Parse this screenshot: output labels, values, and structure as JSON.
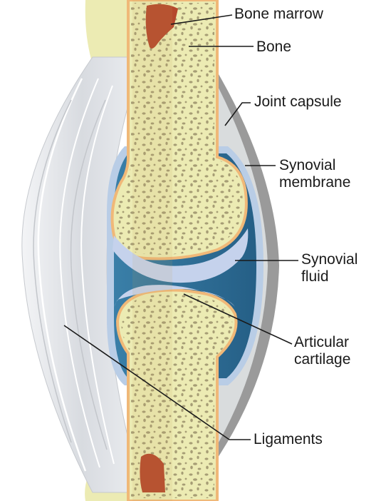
{
  "labels": {
    "bone_marrow": "Bone marrow",
    "bone": "Bone",
    "joint_capsule": "Joint capsule",
    "synovial_membrane": [
      "Synovial",
      "membrane"
    ],
    "synovial_fluid": [
      "Synovial",
      "fluid"
    ],
    "articular_cartilage": [
      "Articular",
      "cartilage"
    ],
    "ligaments": "Ligaments"
  },
  "colors": {
    "bone_fill": "#ecebb3",
    "bone_outline": "#f0b878",
    "marrow": "#b5482c",
    "pores": "#9a8f6a",
    "capsule": "#9a9a9a",
    "ligament": "#e2e4e7",
    "fluid": "#2f6f97",
    "membrane": "#b9cde6",
    "cartilage": "#c5d2ec",
    "leader_line": "#1a1a1a"
  }
}
